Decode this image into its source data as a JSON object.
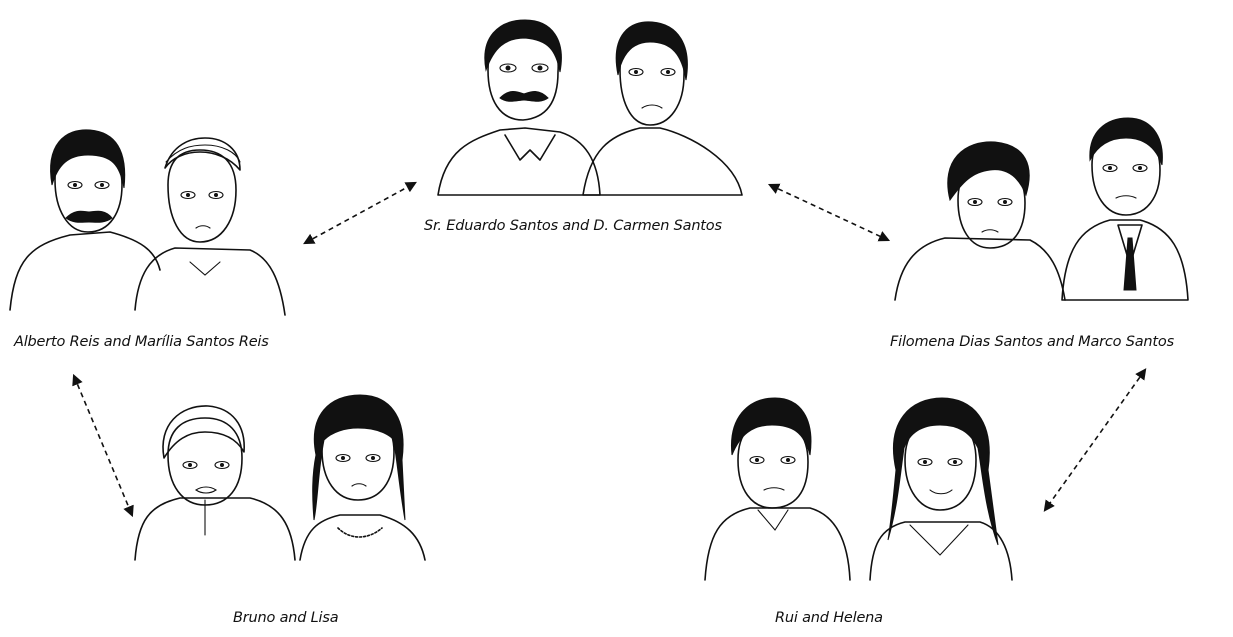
{
  "captions": {
    "grandparents": "Sr. Eduardo Santos and D. Carmen Santos",
    "left_couple": "Alberto Reis and Marília Santos Reis",
    "right_couple": "Filomena  Dias Santos and Marco Santos",
    "left_children": "Bruno and Lisa",
    "right_children": "Rui and Helena"
  },
  "portraits": [
    "eduardo-santos-portrait",
    "carmen-santos-portrait",
    "alberto-reis-portrait",
    "marilia-santos-reis-portrait",
    "filomena-dias-santos-portrait",
    "marco-santos-portrait",
    "bruno-portrait",
    "lisa-portrait",
    "rui-portrait",
    "helena-portrait"
  ],
  "connectors": "double-headed dashed arrows"
}
